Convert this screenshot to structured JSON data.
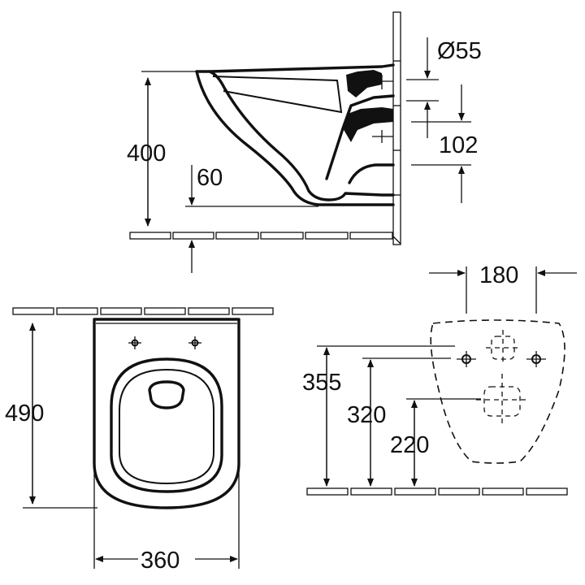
{
  "dimensions": {
    "side_height": "400",
    "floor_clearance": "60",
    "outlet_diameter": "Ø55",
    "outlet_offset": "102",
    "bowl_length": "490",
    "bowl_width": "360",
    "bolt_spacing": "180",
    "height_355": "355",
    "height_320": "320",
    "height_220": "220"
  },
  "colors": {
    "ink": "#111111",
    "background": "#ffffff"
  }
}
